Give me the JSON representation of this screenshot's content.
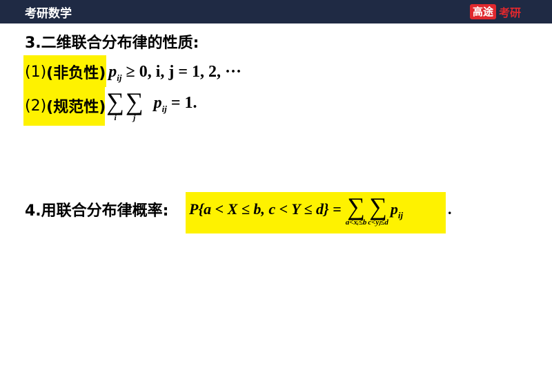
{
  "header": {
    "course_title": "考研数学",
    "brand_mark": "高途",
    "brand_text": "考研"
  },
  "section3": {
    "title": "3.二维联合分布律的性质:",
    "property1": {
      "number": "(1)",
      "name": "(非负性)",
      "p": "p",
      "p_sub": "ij",
      "rest": "≥ 0, i, j = 1, 2, ···"
    },
    "property2": {
      "number": "(2)",
      "name": "(规范性)",
      "sum1_index": "i",
      "sum2_index": "j",
      "p": "p",
      "p_sub": "ij",
      "rest": "= 1."
    }
  },
  "section4": {
    "title": "4.用联合分布律概率:",
    "lhs": "P{a < X ≤ b, c < Y ≤ d} =",
    "sum1_limit": "a<xᵢ≤b",
    "sum2_limit": "c<yⱼ≤d",
    "p": "p",
    "p_sub": "ij",
    "end": "."
  },
  "colors": {
    "header_bg": "#1f2a44",
    "highlight": "#fef200",
    "brand_red": "#e0282e"
  }
}
